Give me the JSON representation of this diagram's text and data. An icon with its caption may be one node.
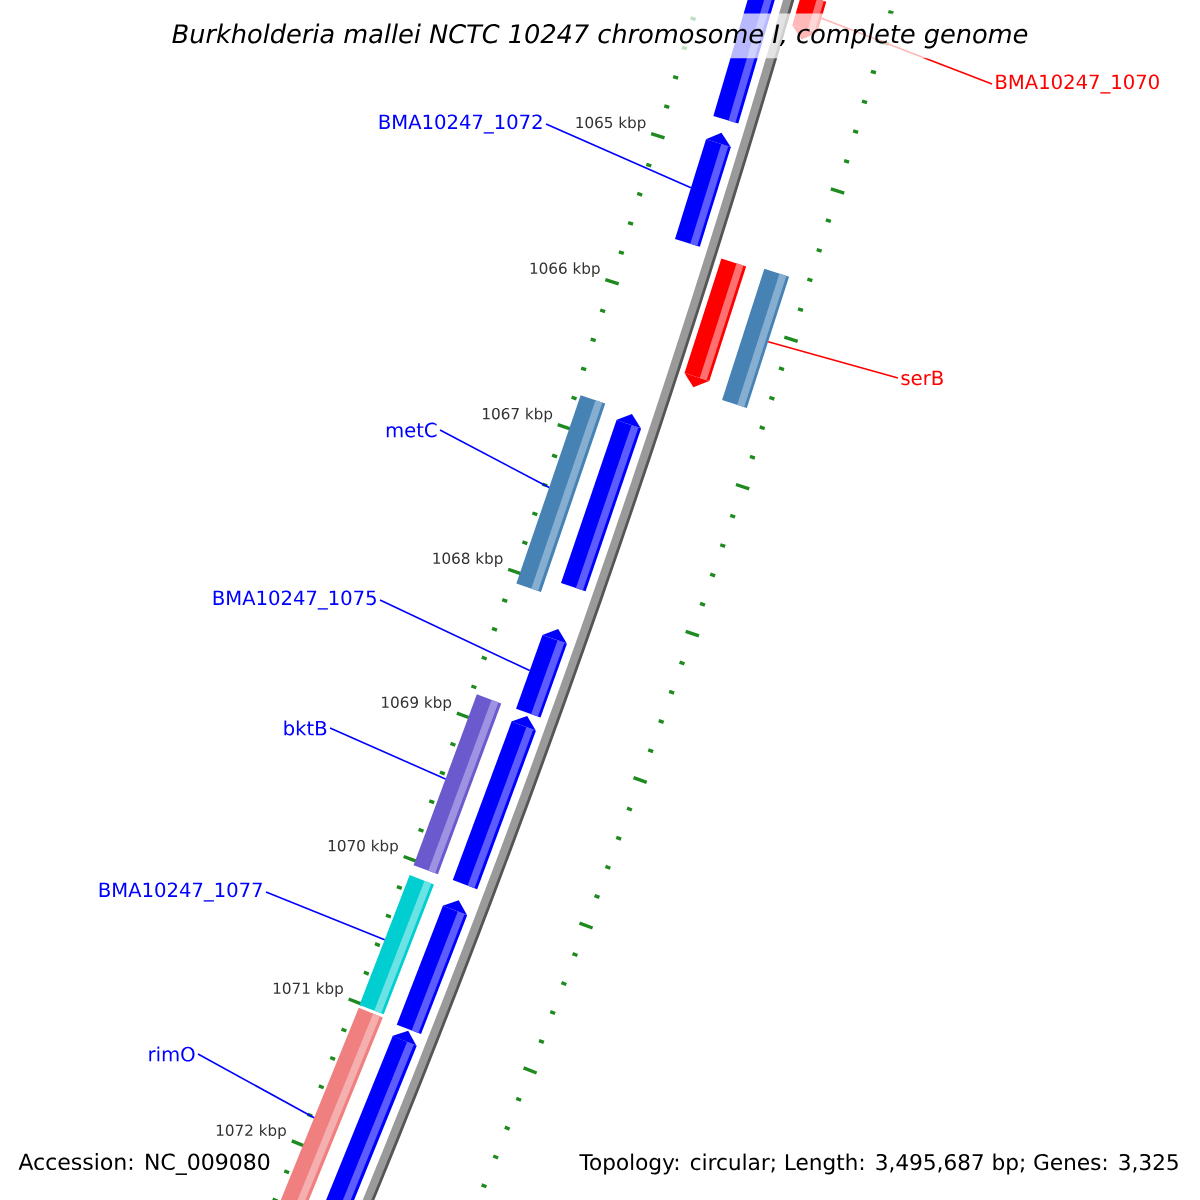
{
  "diagram": {
    "title": "Burkholderia mallei NCTC 10247 chromosome I, complete genome",
    "nodes": [
      {
        "text": [
          "BMA10247_1070"
        ]
      },
      {
        "text": [],
        "shape": "bar"
      },
      {
        "text": [
          "BMA10247_1072"
        ]
      },
      {
        "text": [],
        "shape": "bar"
      },
      {
        "text": [
          "serB"
        ]
      },
      {
        "text": [],
        "shape": "bar"
      },
      {
        "text": [
          "metC"
        ]
      },
      {
        "text": [],
        "shape": "bar"
      },
      {
        "text": [
          "BMA10247_1075"
        ]
      },
      {
        "text": [],
        "shape": "bar"
      },
      {
        "text": [
          "bktB"
        ]
      },
      {
        "text": [],
        "shape": "bar"
      },
      {
        "text": [
          "BMA10247_1077"
        ]
      },
      {
        "text": [],
        "shape": "bar"
      },
      {
        "text": [
          "rimO"
        ]
      },
      {
        "text": [],
        "shape": "bar"
      }
    ],
    "edges": [
      {
        "from": 0,
        "to": 1,
        "arrow": "none",
        "color": "#ff0000"
      },
      {
        "from": 2,
        "to": 3,
        "arrow": "none"
      },
      {
        "from": 4,
        "to": 5,
        "arrow": "none",
        "color": "#ff0000"
      },
      {
        "from": 6,
        "to": 7,
        "arrow": "none"
      },
      {
        "from": 8,
        "to": 9,
        "arrow": "none"
      },
      {
        "from": 10,
        "to": 11,
        "arrow": "none"
      },
      {
        "from": 12,
        "to": 13,
        "arrow": "none"
      },
      {
        "from": 14,
        "to": 15,
        "arrow": "none"
      }
    ],
    "labels": [
      "1065 kbp",
      "1066 kbp",
      "1067 kbp",
      "1068 kbp",
      "1069 kbp",
      "1070 kbp",
      "1071 kbp",
      "1072 kbp",
      "Accession: NC_009080",
      "Topology: circular; Length: 3,495,687 bp; Genes: 3,325"
    ]
  }
}
